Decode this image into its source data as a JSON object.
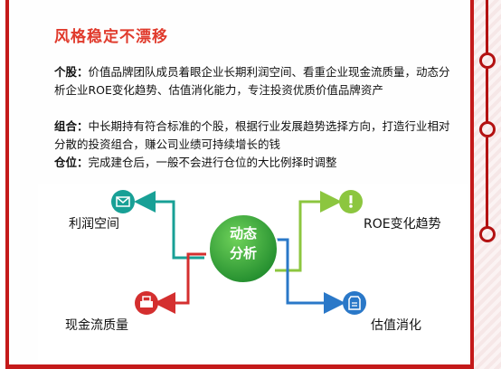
{
  "title": "风格稳定不漂移",
  "paragraphs": [
    {
      "label": "个股：",
      "text": "价值品牌团队成员着眼企业长期利润空间、看重企业现金流质量，动态分析企业ROE变化趋势、估值消化能力，专注投资优质价值品牌资产"
    },
    {
      "label": "组合：",
      "text": "中长期持有符合标准的个股，根据行业发展趋势选择方向，打造行业相对分散的投资组合，赚公司业绩可持续增长的钱"
    },
    {
      "label": "仓位：",
      "text": "完成建仓后，一般不会进行仓位的大比例择时调整"
    }
  ],
  "diagram": {
    "hub_line1": "动态",
    "hub_line2": "分析",
    "nodes": {
      "profit": {
        "label": "利润空间",
        "icon": "envelope-icon",
        "color": "#18a096"
      },
      "cashflow": {
        "label": "现金流质量",
        "icon": "printer-icon",
        "color": "#d42f2f"
      },
      "roe": {
        "label": "ROE变化趋势",
        "icon": "exclamation-icon",
        "color": "#8cc63f"
      },
      "valuation": {
        "label": "估值消化",
        "icon": "document-icon",
        "color": "#2a78c8"
      }
    },
    "hub_color": "#2aa33a"
  }
}
